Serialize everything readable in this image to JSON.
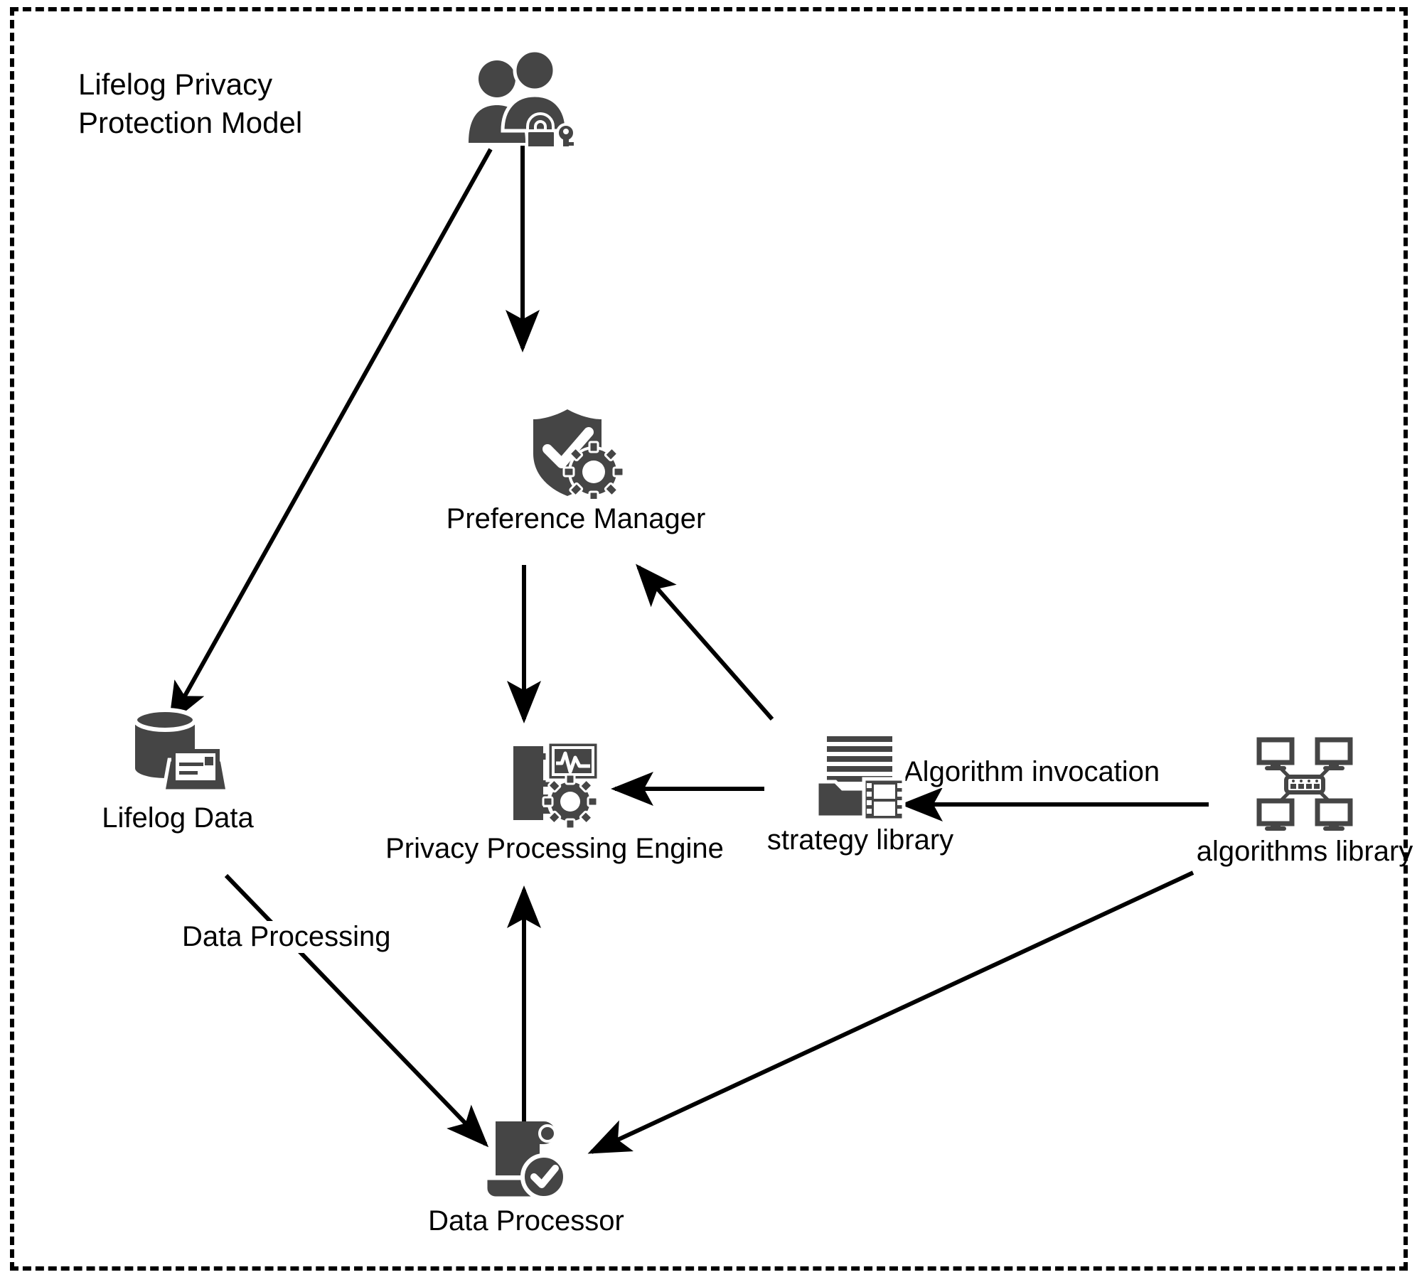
{
  "diagram": {
    "title": "Lifelog Privacy\nProtection Model",
    "frame_style": "dashed",
    "icon_color": "#454545",
    "line_color": "#000000",
    "background": "#ffffff"
  },
  "nodes": [
    {
      "id": "user",
      "label": "",
      "icon": "users-lock-key-icon"
    },
    {
      "id": "preference",
      "label": "Preference Manager",
      "icon": "shield-check-gear-icon"
    },
    {
      "id": "lifelog",
      "label": "Lifelog Data",
      "icon": "database-document-icon"
    },
    {
      "id": "engine",
      "label": "Privacy Processing Engine",
      "icon": "server-monitor-gear-icon"
    },
    {
      "id": "strategy",
      "label": "strategy library",
      "icon": "folder-filmstrip-icon"
    },
    {
      "id": "algorithms",
      "label": "algorithms library",
      "icon": "network-monitors-icon"
    },
    {
      "id": "processor",
      "label": "Data Processor",
      "icon": "scroll-check-icon"
    }
  ],
  "edges": [
    {
      "id": "user-to-lifelog",
      "from": "user",
      "to": "lifelog",
      "label": ""
    },
    {
      "id": "user-to-preference",
      "from": "user",
      "to": "preference",
      "label": ""
    },
    {
      "id": "preference-to-engine",
      "from": "preference",
      "to": "engine",
      "label": ""
    },
    {
      "id": "strategy-to-preference",
      "from": "strategy",
      "to": "preference",
      "label": ""
    },
    {
      "id": "strategy-to-engine",
      "from": "strategy",
      "to": "engine",
      "label": ""
    },
    {
      "id": "algorithms-to-strategy",
      "from": "algorithms",
      "to": "strategy",
      "label": "Algorithm invocation"
    },
    {
      "id": "lifelog-to-processor",
      "from": "lifelog",
      "to": "processor",
      "label": "Data Processing"
    },
    {
      "id": "algorithms-to-processor",
      "from": "algorithms",
      "to": "processor",
      "label": ""
    },
    {
      "id": "processor-to-engine",
      "from": "processor",
      "to": "engine",
      "label": ""
    }
  ],
  "edge_labels": {
    "algorithm_invocation": "Algorithm invocation",
    "data_processing": "Data Processing"
  }
}
